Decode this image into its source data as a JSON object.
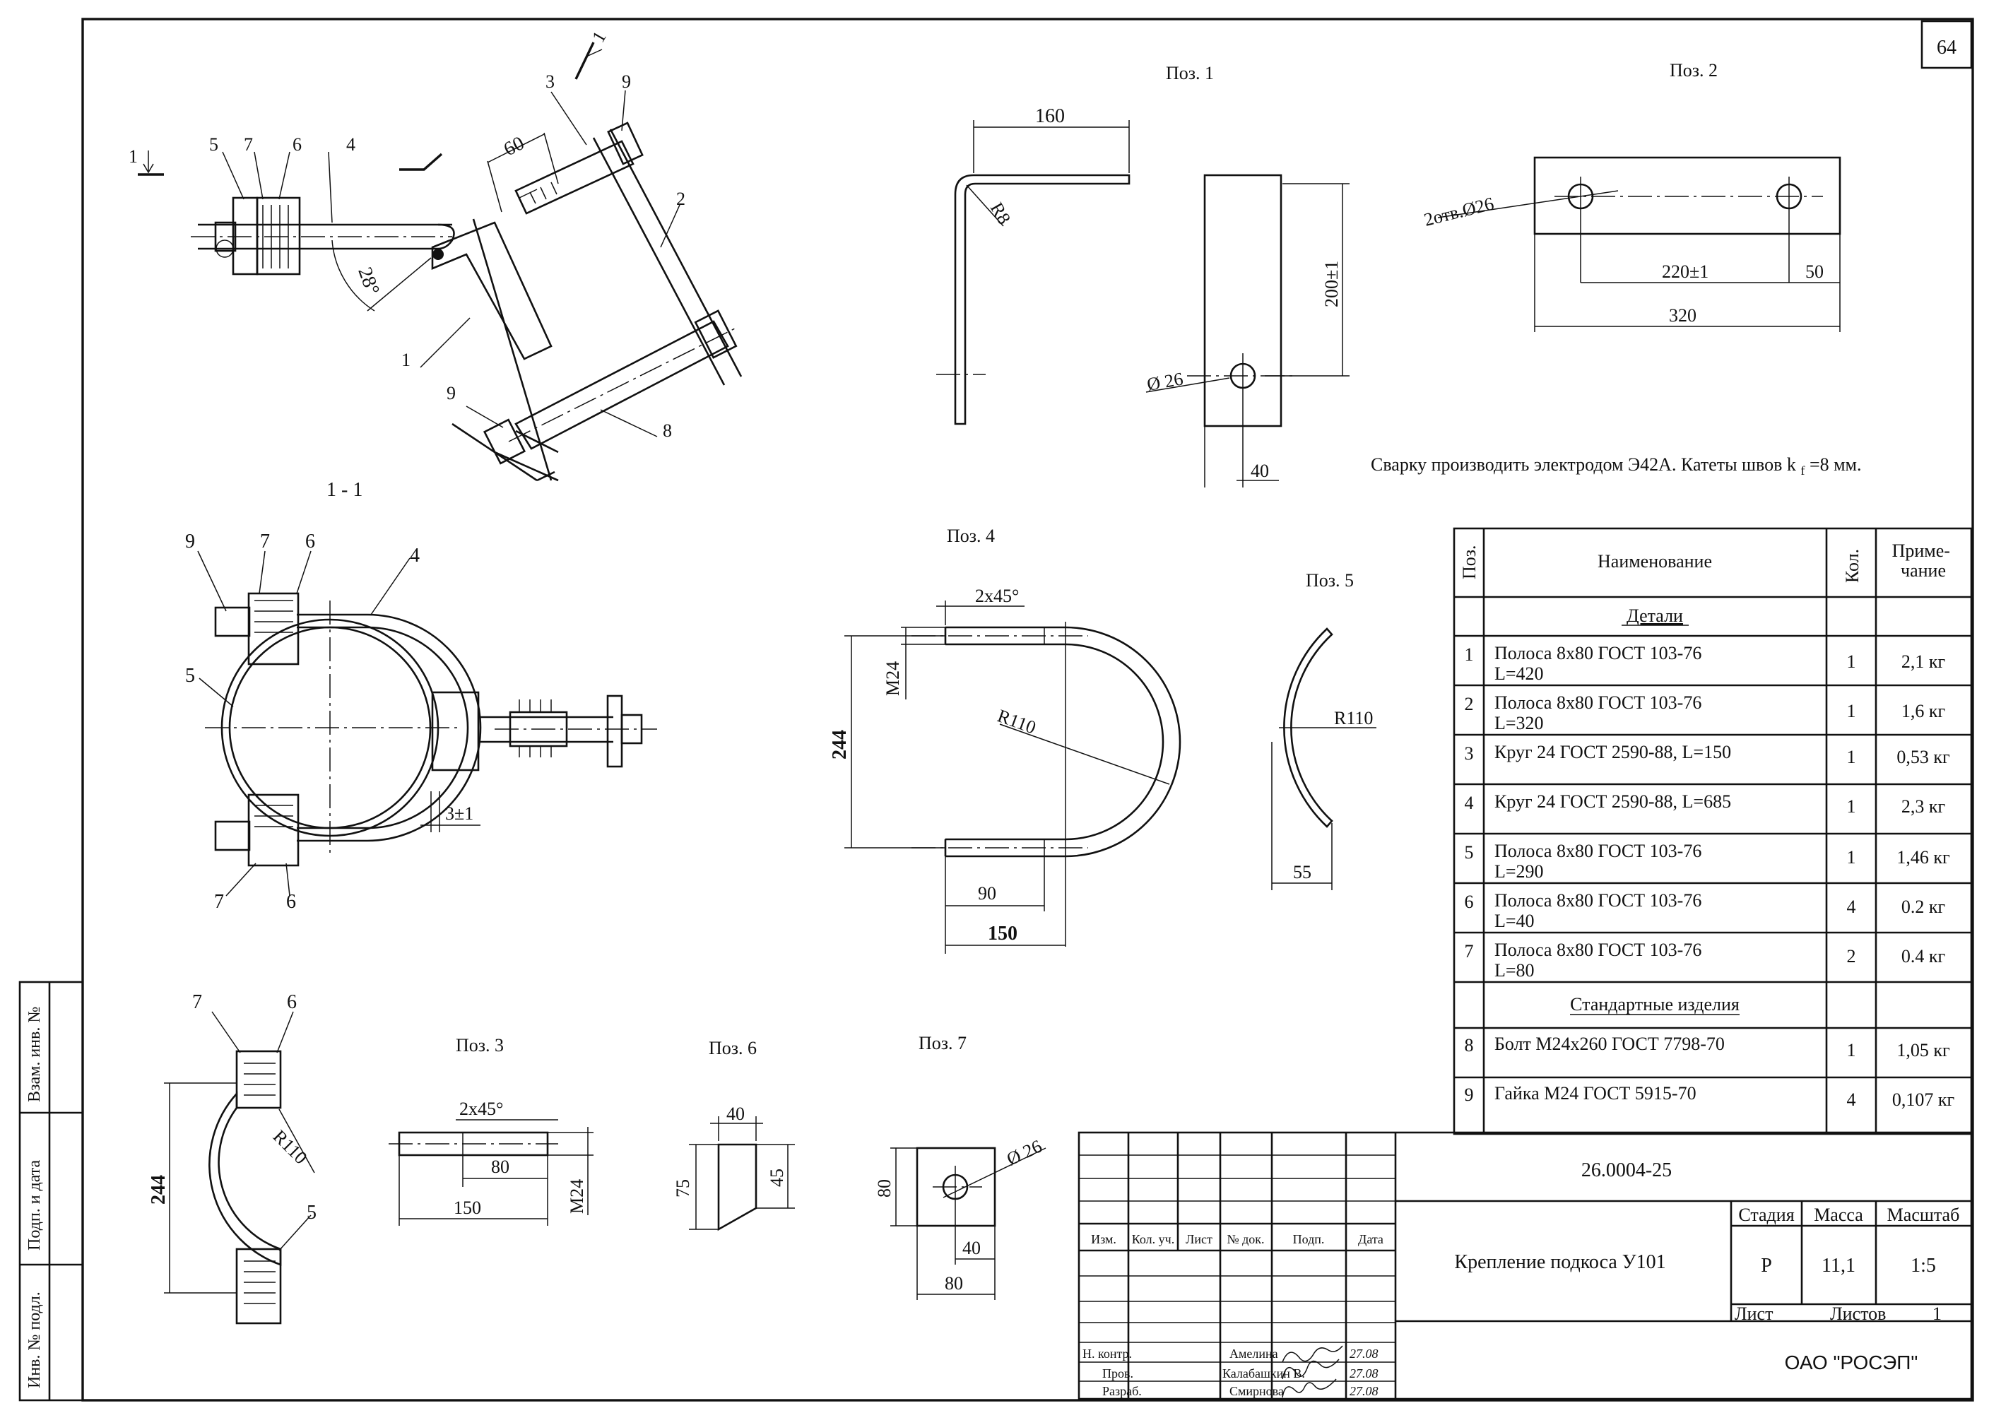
{
  "sheet_number": "64",
  "section_marks": {
    "cut": "1",
    "section": "1 - 1"
  },
  "views": {
    "assembly_callouts": [
      "1",
      "2",
      "3",
      "4",
      "5",
      "6",
      "7",
      "8",
      "9"
    ],
    "assembly_dims": {
      "len60": "60",
      "angle": "28°"
    },
    "pos1": {
      "title": "Поз. 1",
      "len": "160",
      "radius": "R8",
      "height": "200±1",
      "hole": "Ø 26",
      "edge": "40"
    },
    "pos2": {
      "title": "Поз. 2",
      "holes": "2отв.Ø26",
      "spacing": "220±1",
      "edge": "50",
      "len": "320"
    },
    "welding_note": "Сварку производить электродом Э42А. Катеты швов k",
    "welding_note_sub": "f",
    "welding_note_end": "=8 мм.",
    "section_dims": {
      "gap": "3±1"
    },
    "pos4": {
      "title": "Поз. 4",
      "chamfer": "2x45°",
      "thread": "M24",
      "height": "244",
      "radius": "R110",
      "thread_len": "90",
      "width": "150"
    },
    "pos5": {
      "title": "Поз. 5",
      "radius": "R110",
      "depth": "55"
    },
    "bottom_left": {
      "height": "244",
      "radius": "R110"
    },
    "pos3": {
      "title": "Поз. 3",
      "chamfer": "2x45°",
      "thread_len": "80",
      "thread": "M24",
      "len": "150"
    },
    "pos6": {
      "title": "Поз. 6",
      "top": "40",
      "left": "75",
      "right": "45"
    },
    "pos7": {
      "title": "Поз. 7",
      "hole": "Ø 26",
      "height": "80",
      "offset": "40",
      "width": "80"
    }
  },
  "spec_table": {
    "headers": [
      "Поз.",
      "Наименование",
      "Кол.",
      "Приме-\nчание"
    ],
    "group_details": "Детали",
    "group_standard": "Стандартные изделия",
    "rows": [
      {
        "pos": "1",
        "name": "Полоса 8х80 ГОСТ 103-76",
        "name2": "L=420",
        "qty": "1",
        "note": "2,1 кг"
      },
      {
        "pos": "2",
        "name": "Полоса 8х80 ГОСТ 103-76",
        "name2": "L=320",
        "qty": "1",
        "note": "1,6 кг"
      },
      {
        "pos": "3",
        "name": "Круг 24 ГОСТ 2590-88, L=150",
        "name2": "",
        "qty": "1",
        "note": "0,53 кг"
      },
      {
        "pos": "4",
        "name": "Круг 24 ГОСТ 2590-88, L=685",
        "name2": "",
        "qty": "1",
        "note": "2,3 кг"
      },
      {
        "pos": "5",
        "name": "Полоса 8х80 ГОСТ 103-76",
        "name2": "L=290",
        "qty": "1",
        "note": "1,46 кг"
      },
      {
        "pos": "6",
        "name": "Полоса 8х80 ГОСТ 103-76",
        "name2": "L=40",
        "qty": "4",
        "note": "0.2 кг"
      },
      {
        "pos": "7",
        "name": "Полоса 8х80 ГОСТ 103-76",
        "name2": "L=80",
        "qty": "2",
        "note": "0.4 кг"
      },
      {
        "pos": "8",
        "name": "Болт М24х260 ГОСТ 7798-70",
        "name2": "",
        "qty": "1",
        "note": "1,05 кг"
      },
      {
        "pos": "9",
        "name": "Гайка М24 ГОСТ 5915-70",
        "name2": "",
        "qty": "4",
        "note": "0,107 кг"
      }
    ]
  },
  "title_block": {
    "doc_code": "26.0004-25",
    "title": "Крепление подкоса У101",
    "stage_label": "Стадия",
    "mass_label": "Масса",
    "scale_label": "Масштаб",
    "stage": "Р",
    "mass": "11,1",
    "scale": "1:5",
    "sheet_label": "Лист",
    "sheets_label": "Листов",
    "sheets": "1",
    "company": "ОАО \"РОСЭП\"",
    "cols": [
      "Изм.",
      "Кол. уч.",
      "Лист",
      "№ док.",
      "Подп.",
      "Дата"
    ],
    "people": [
      {
        "role": "Н. контр.",
        "name": "Амелина",
        "date": "27.08"
      },
      {
        "role": "Пров.",
        "name": "Калабашкин В.",
        "date": "27.08"
      },
      {
        "role": "Разраб.",
        "name": "Смирнова",
        "date": "27.08"
      }
    ]
  },
  "side_stamp": [
    "Взам. инв. №",
    "Подп. и дата",
    "Инв. № подл."
  ]
}
